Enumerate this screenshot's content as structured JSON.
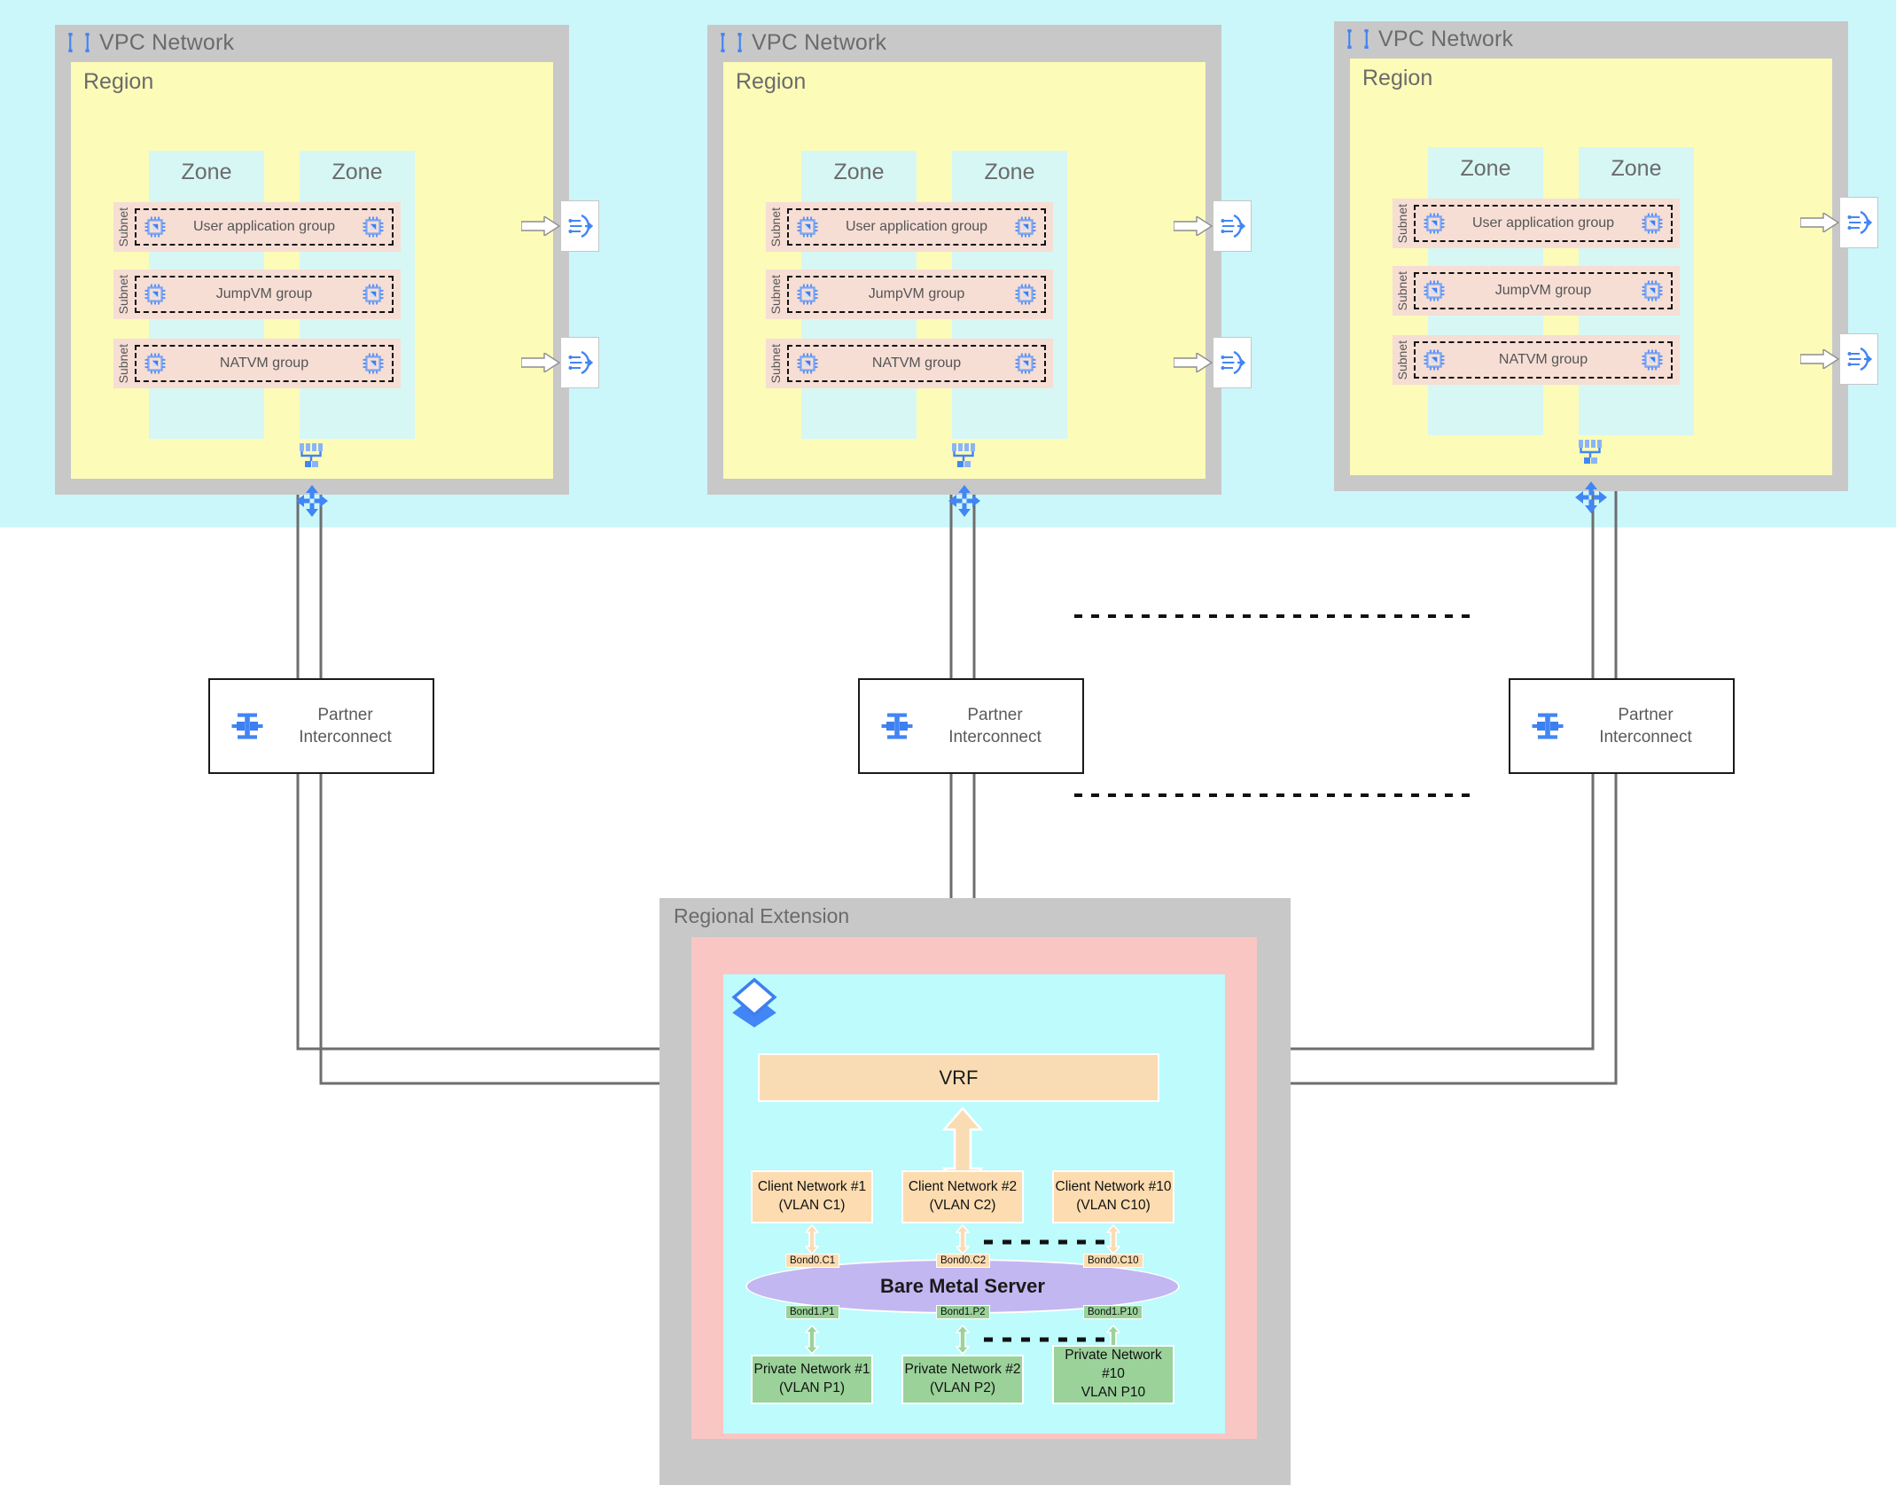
{
  "vpcs": [
    {
      "title": "VPC Network",
      "region_label": "Region",
      "zones": [
        "Zone",
        "Zone"
      ],
      "subnets": [
        {
          "side_label": "Subnet",
          "group": "User application group",
          "has_nat": true
        },
        {
          "side_label": "Subnet",
          "group": "JumpVM group",
          "has_nat": false
        },
        {
          "side_label": "Subnet",
          "group": "NATVM group",
          "has_nat": true
        }
      ]
    },
    {
      "title": "VPC Network",
      "region_label": "Region",
      "zones": [
        "Zone",
        "Zone"
      ],
      "subnets": [
        {
          "side_label": "Subnet",
          "group": "User application group",
          "has_nat": true
        },
        {
          "side_label": "Subnet",
          "group": "JumpVM group",
          "has_nat": false
        },
        {
          "side_label": "Subnet",
          "group": "NATVM group",
          "has_nat": true
        }
      ]
    },
    {
      "title": "VPC Network",
      "region_label": "Region",
      "zones": [
        "Zone",
        "Zone"
      ],
      "subnets": [
        {
          "side_label": "Subnet",
          "group": "User application group",
          "has_nat": true
        },
        {
          "side_label": "Subnet",
          "group": "JumpVM group",
          "has_nat": false
        },
        {
          "side_label": "Subnet",
          "group": "NATVM group",
          "has_nat": true
        }
      ]
    }
  ],
  "partner_interconnects": [
    {
      "line1": "Partner",
      "line2": "Interconnect"
    },
    {
      "line1": "Partner",
      "line2": "Interconnect"
    },
    {
      "line1": "Partner",
      "line2": "Interconnect"
    }
  ],
  "regional_extension": {
    "title": "Regional Extension",
    "vrf_label": "VRF",
    "bare_metal_label": "Bare Metal Server",
    "client_networks": [
      {
        "line1": "Client Network #1",
        "line2": "(VLAN C1)",
        "bond": "Bond0.C1"
      },
      {
        "line1": "Client Network #2",
        "line2": "(VLAN C2)",
        "bond": "Bond0.C2"
      },
      {
        "line1": "Client Network #10",
        "line2": "(VLAN C10)",
        "bond": "Bond0.C10"
      }
    ],
    "private_networks": [
      {
        "line1": "Private Network #1",
        "line2": "(VLAN P1)",
        "line3": "",
        "bond": "Bond1.P1"
      },
      {
        "line1": "Private Network #2",
        "line2": "(VLAN P2)",
        "line3": "",
        "bond": "Bond1.P2"
      },
      {
        "line1": "Private Network",
        "line2": "#10",
        "line3": "VLAN P10",
        "bond": "Bond1.P10"
      }
    ]
  },
  "icons": {
    "vpc": "vpc-network-icon",
    "cpu": "cpu-vm-icon",
    "nat": "cloud-nat-icon",
    "switch": "subnet-switch-icon",
    "router": "cloud-router-icon",
    "interconnect": "partner-interconnect-icon",
    "layers": "layers-icon"
  },
  "colors": {
    "band": "#cbf7fb",
    "vpc_gray": "#c8c8c8",
    "region_yellow": "#fcfbb8",
    "zone_cyan": "#d7f7f4",
    "subnet_peach": "#f6ded5",
    "vrf_orange": "#fadcb4",
    "client_orange": "#fcdcb0",
    "private_green": "#9ad29a",
    "bms_purple": "#c3b7f2",
    "regext_pink": "#f9c6c3",
    "regext_cyan": "#bdfbfd",
    "line_gray": "#6e6e6e",
    "accent_blue": "#4285f4"
  }
}
